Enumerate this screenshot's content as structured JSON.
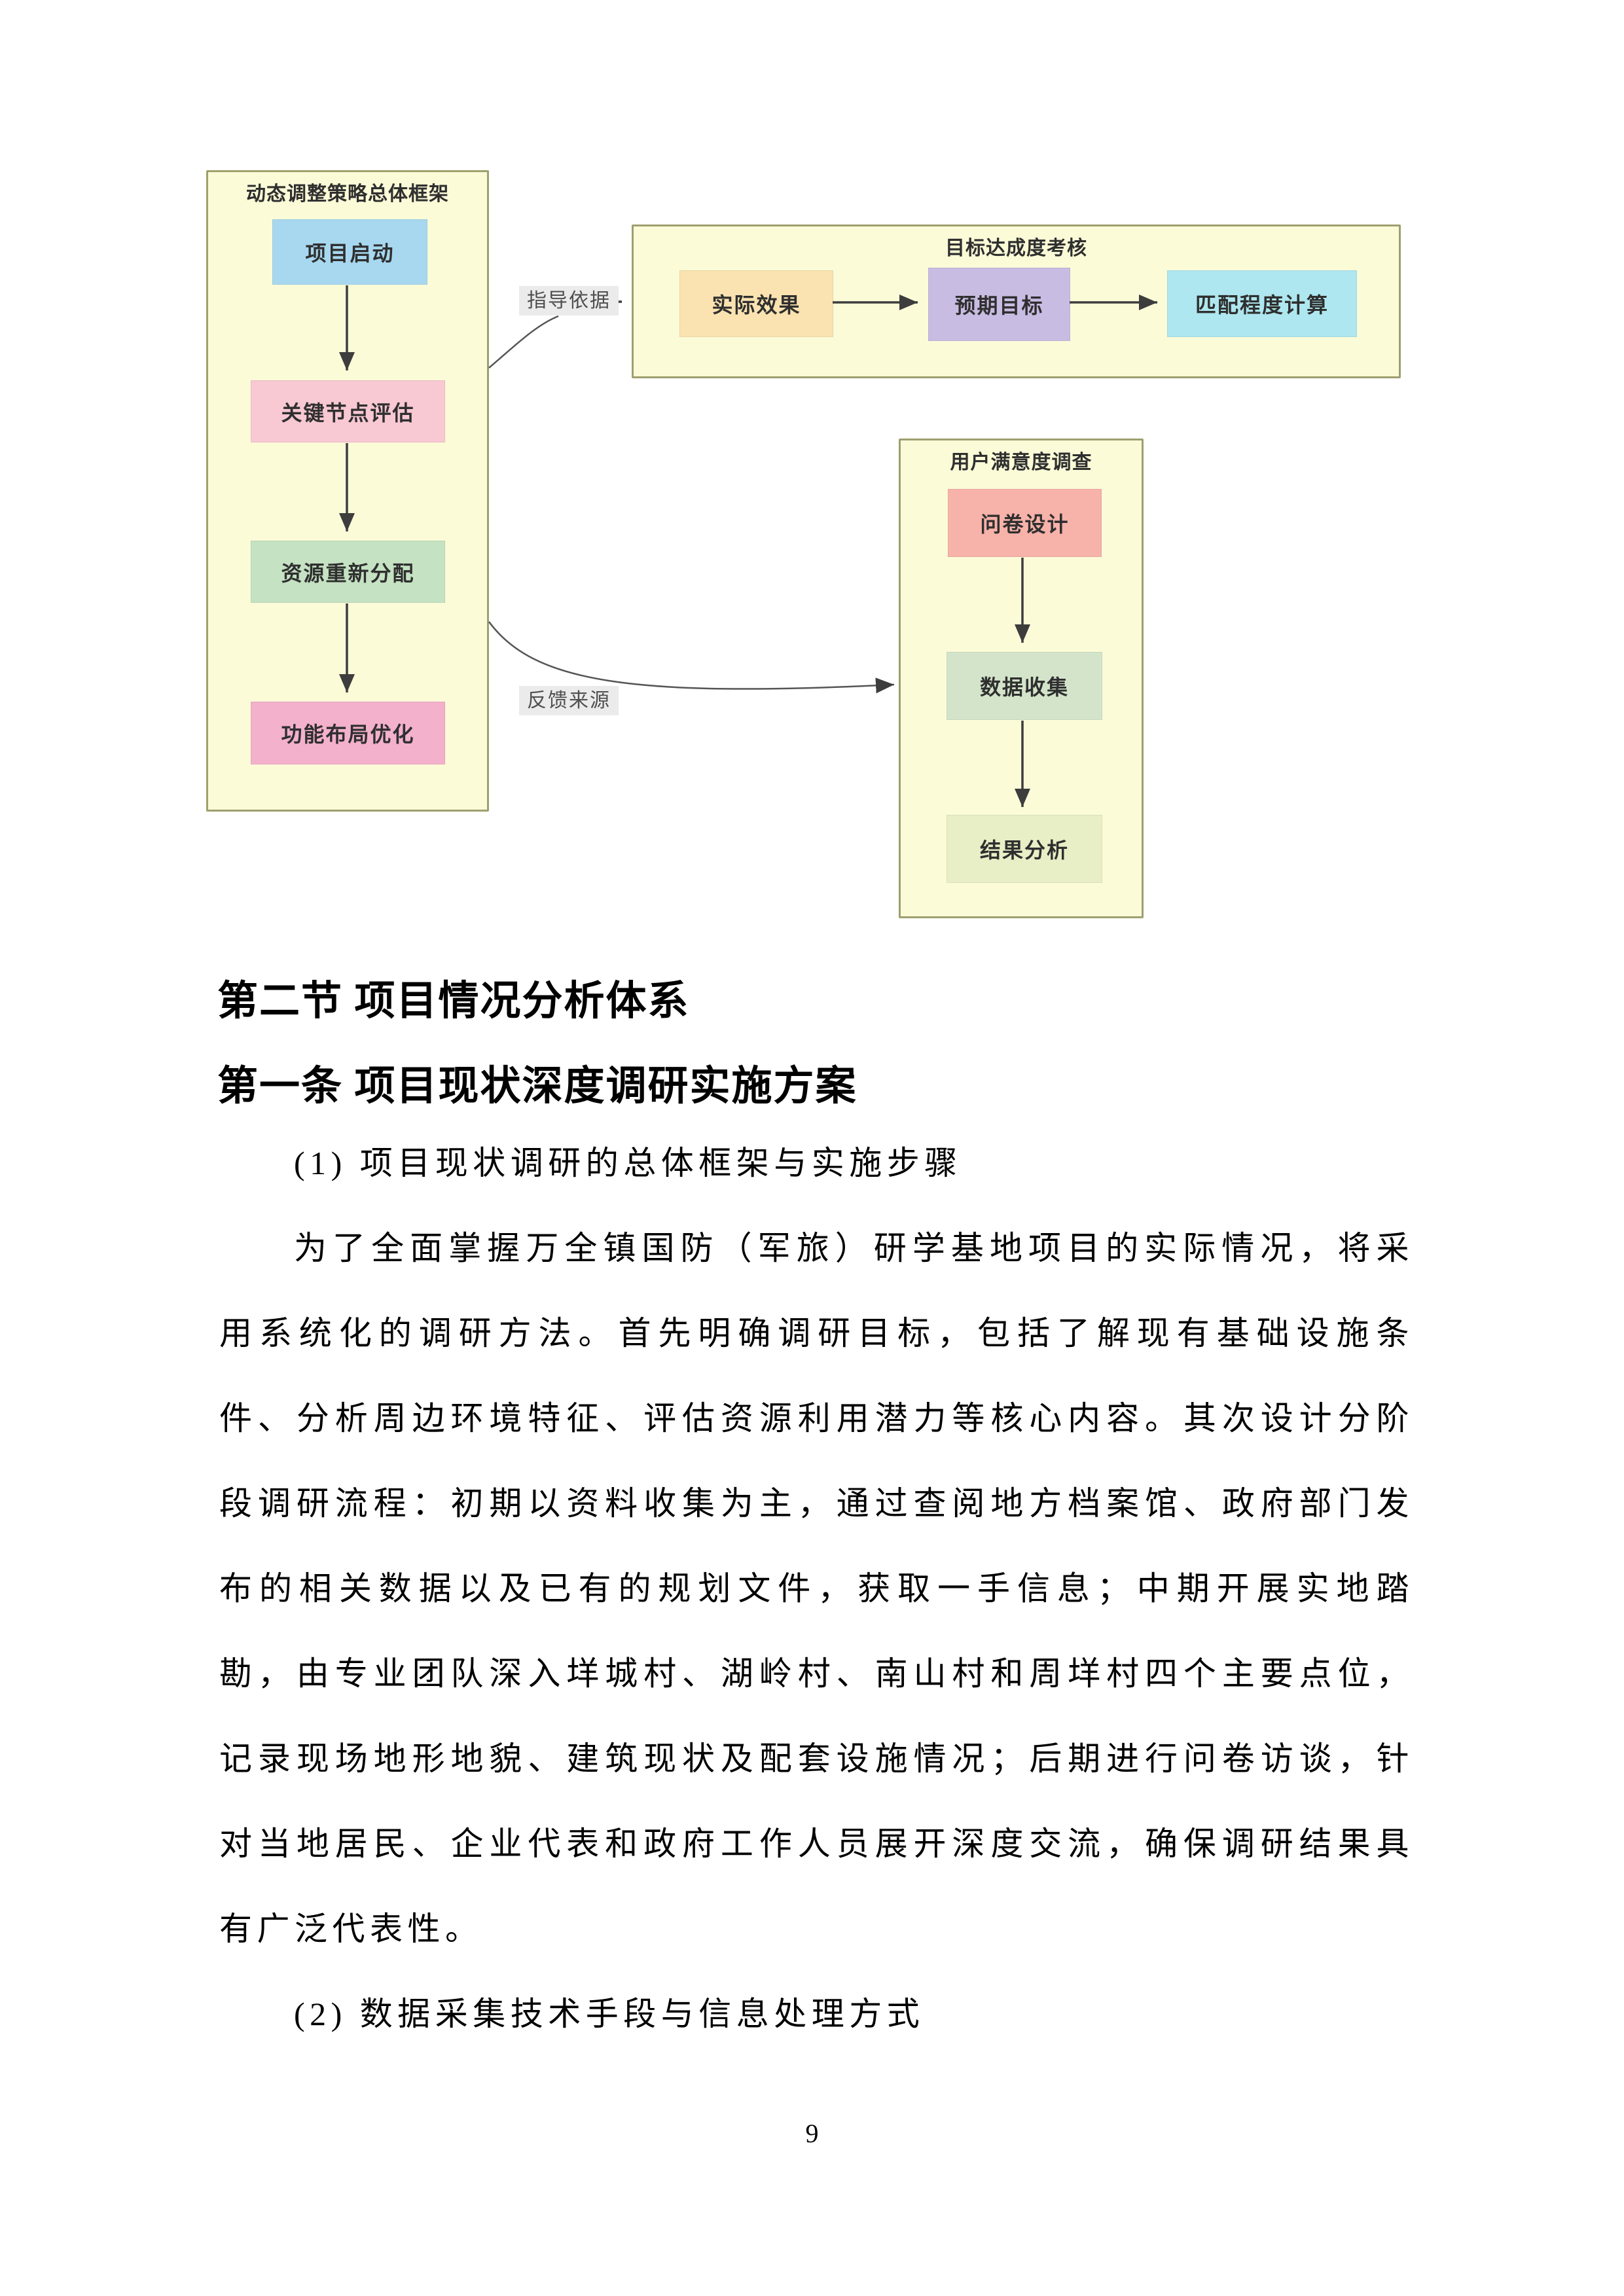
{
  "page": {
    "number": "9"
  },
  "flowchart": {
    "left_frame": {
      "title": "动态调整策略总体框架",
      "fill": "#fbfbd8",
      "nodes": [
        {
          "label": "项目启动",
          "color": "#a8d8f0"
        },
        {
          "label": "关键节点评估",
          "color": "#f8c8d3"
        },
        {
          "label": "资源重新分配",
          "color": "#c5e2c3"
        },
        {
          "label": "功能布局优化",
          "color": "#f3b1cb"
        }
      ]
    },
    "goal_frame": {
      "title": "目标达成度考核",
      "fill": "#fbfbd8",
      "nodes": [
        {
          "label": "实际效果",
          "color": "#fae3b0"
        },
        {
          "label": "预期目标",
          "color": "#c8bce3"
        },
        {
          "label": "匹配程度计算",
          "color": "#aee7ef"
        }
      ]
    },
    "survey_frame": {
      "title": "用户满意度调查",
      "fill": "#fbfbd8",
      "nodes": [
        {
          "label": "问卷设计",
          "color": "#f7b2aa"
        },
        {
          "label": "数据收集",
          "color": "#d3e4ca"
        },
        {
          "label": "结果分析",
          "color": "#e8efc6"
        }
      ]
    },
    "connector_labels": [
      {
        "label": "指导依据"
      },
      {
        "label": "反馈来源"
      }
    ]
  },
  "content": {
    "section_heading": "第二节 项目情况分析体系",
    "article_heading": "第一条 项目现状深度调研实施方案",
    "item1": "(1) 项目现状调研的总体框架与实施步骤",
    "paragraph1": "为了全面掌握万全镇国防（军旅）研学基地项目的实际情况，将采用系统化的调研方法。首先明确调研目标，包括了解现有基础设施条件、分析周边环境特征、评估资源利用潜力等核心内容。其次设计分阶段调研流程：初期以资料收集为主，通过查阅地方档案馆、政府部门发布的相关数据以及已有的规划文件，获取一手信息；中期开展实地踏勘，由专业团队深入垟城村、湖岭村、南山村和周垟村四个主要点位，记录现场地形地貌、建筑现状及配套设施情况；后期进行问卷访谈，针对当地居民、企业代表和政府工作人员展开深度交流，确保调研结果具有广泛代表性。",
    "item2": "(2) 数据采集技术手段与信息处理方式"
  }
}
